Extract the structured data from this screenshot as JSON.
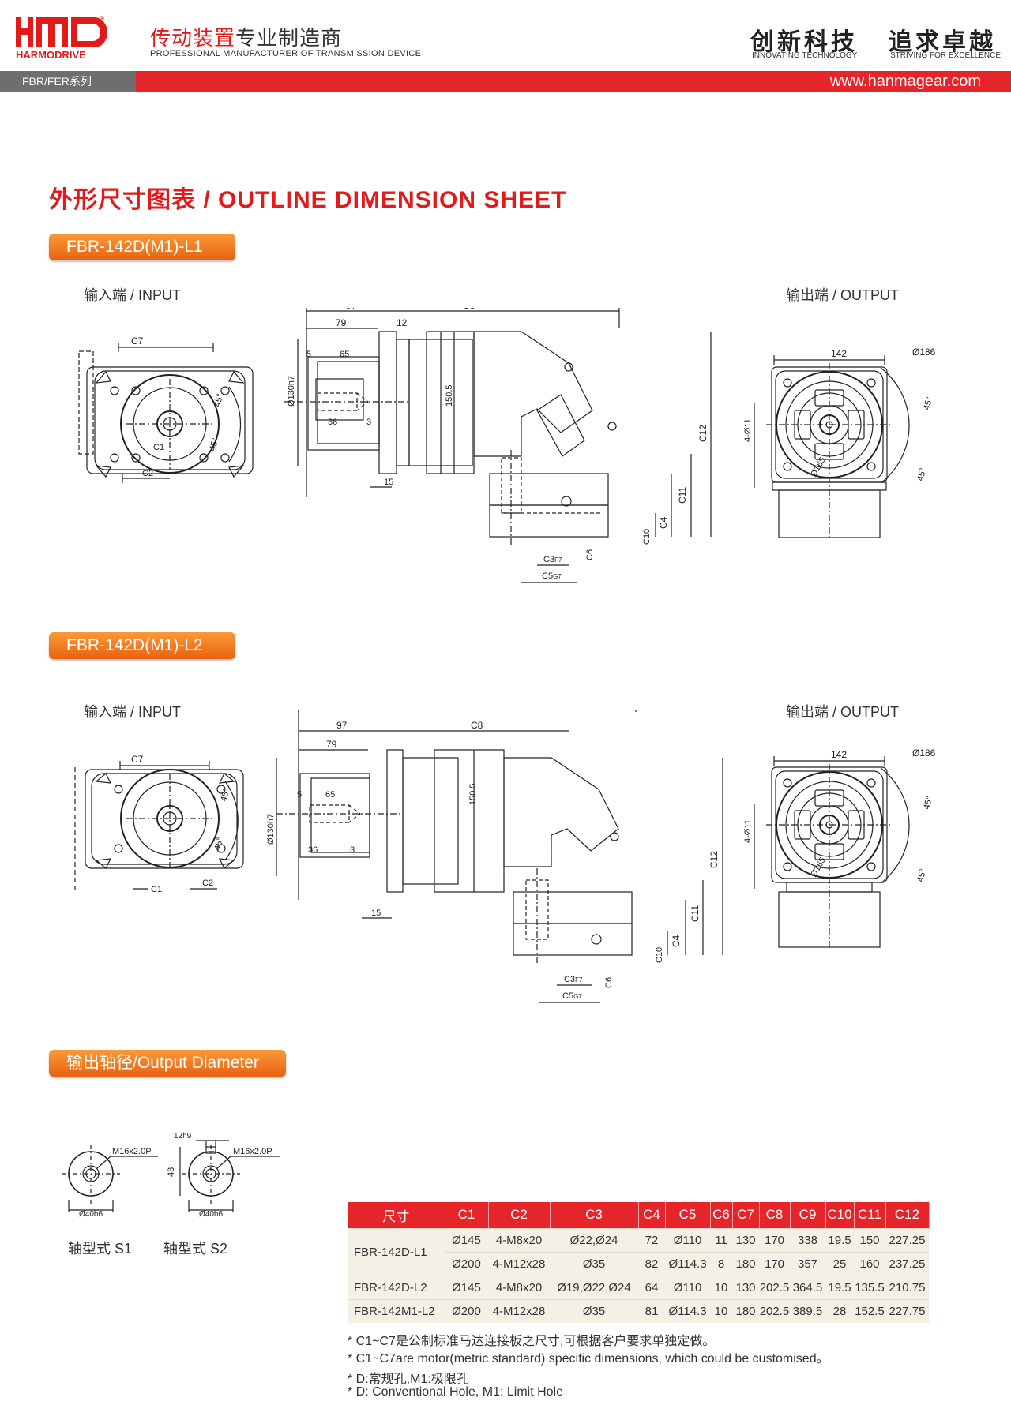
{
  "header": {
    "brand_name": "HARMODRIVE",
    "slogan_cn_red": "传动装置",
    "slogan_cn_dark": "专业制造商",
    "slogan_en": "PROFESSIONAL MANUFACTURER OF TRANSMISSION DEVICE",
    "motto_1": "创新科技",
    "motto_1_en": "INNOVATING TECHNOLOGY",
    "motto_2": "追求卓越",
    "motto_2_en": "STRIVING FOR EXCELLENCE",
    "series_tab": "FBR/FER系列",
    "website": "www.hanmagear.com"
  },
  "section_title": "外形尺寸图表 / OUTLINE DIMENSION SHEET",
  "diagram1": {
    "label": "FBR-142D(M1)-L1",
    "input_label": "输入端 / INPUT",
    "output_label": "输出端 / OUTPUT"
  },
  "diagram2": {
    "label": "FBR-142D(M1)-L2",
    "input_label": "输入端 / INPUT",
    "output_label": "输出端 / OUTPUT"
  },
  "dims": {
    "c1": "C1",
    "c2": "C2",
    "c3": "C3",
    "c3_tol": "F7",
    "c4": "C4",
    "c5": "C5",
    "c5_tol": "G7",
    "c6": "C6",
    "c7": "C7",
    "c8": "C8",
    "c9": "C9",
    "c10": "C10",
    "c11": "C11",
    "c12": "C12",
    "d97": "97",
    "d79": "79",
    "d12": "12",
    "d5": "5",
    "d65": "65",
    "d36": "36",
    "d3": "3",
    "d15": "15",
    "d150": "150.5",
    "d130": "Ø130h7",
    "d142": "142",
    "d186": "Ø186",
    "d165": "Ø165",
    "d4011": "4-Ø11",
    "a45": "45°"
  },
  "shaft": {
    "title": "输出轴径/Output Diameter",
    "thread": "M16x2.0P",
    "dia": "Ø40h6",
    "key": "12h9",
    "height": "43",
    "s1_label": "轴型式 S1",
    "s2_label": "轴型式 S2"
  },
  "table": {
    "headers": [
      "尺寸",
      "C1",
      "C2",
      "C3",
      "C4",
      "C5",
      "C6",
      "C7",
      "C8",
      "C9",
      "C10",
      "C11",
      "C12"
    ],
    "rows": [
      {
        "model": "FBR-142D-L1",
        "rowspan": 2,
        "cells": [
          "Ø145",
          "4-M8x20",
          "Ø22,Ø24",
          "72",
          "Ø110",
          "11",
          "130",
          "170",
          "338",
          "19.5",
          "150",
          "227.25"
        ]
      },
      {
        "model": "",
        "rowspan": 0,
        "cells": [
          "Ø200",
          "4-M12x28",
          "Ø35",
          "82",
          "Ø114.3",
          "8",
          "180",
          "170",
          "357",
          "25",
          "160",
          "237.25"
        ]
      },
      {
        "model": "FBR-142D-L2",
        "rowspan": 1,
        "cells": [
          "Ø145",
          "4-M8x20",
          "Ø19,Ø22,Ø24",
          "64",
          "Ø110",
          "10",
          "130",
          "202.5",
          "364.5",
          "19.5",
          "135.5",
          "210.75"
        ]
      },
      {
        "model": "FBR-142M1-L2",
        "rowspan": 1,
        "cells": [
          "Ø200",
          "4-M12x28",
          "Ø35",
          "81",
          "Ø114.3",
          "10",
          "180",
          "202.5",
          "389.5",
          "28",
          "152.5",
          "227.75"
        ]
      }
    ]
  },
  "notes": [
    "* C1~C7是公制标准马达连接板之尺寸,可根据客户要求单独定做。",
    "* C1~C7are motor(metric standard)  specific dimensions, which could be customised。",
    "* D:常规孔,M1:极限孔",
    "* D: Conventional Hole, M1: Limit Hole"
  ]
}
